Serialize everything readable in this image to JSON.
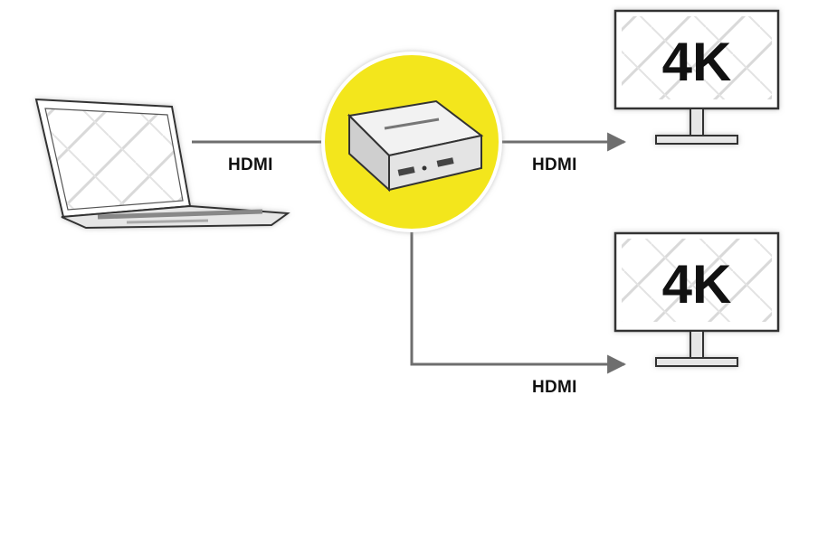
{
  "source": {
    "name": "laptop"
  },
  "splitter": {
    "name": "hdmi-splitter",
    "highlight_color": "#f3e61b"
  },
  "displays": [
    {
      "name": "monitor-top",
      "resolution_label": "4K"
    },
    {
      "name": "monitor-bottom",
      "resolution_label": "4K"
    }
  ],
  "connections": [
    {
      "from": "laptop",
      "to": "hdmi-splitter",
      "label": "HDMI"
    },
    {
      "from": "hdmi-splitter",
      "to": "monitor-top",
      "label": "HDMI"
    },
    {
      "from": "hdmi-splitter",
      "to": "monitor-bottom",
      "label": "HDMI"
    }
  ],
  "colors": {
    "line": "#6e6e6e",
    "device_outline": "#333333",
    "screen_bg": "#f4f4f4"
  }
}
